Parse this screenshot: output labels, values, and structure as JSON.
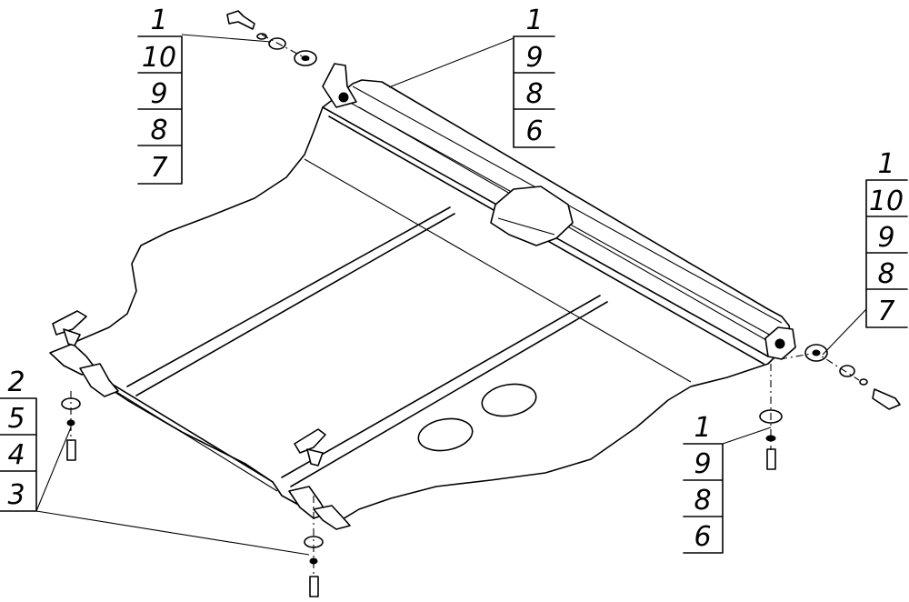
{
  "callout_top_left": {
    "items": [
      "1",
      "10",
      "9",
      "8",
      "7"
    ]
  },
  "callout_top_center": {
    "items": [
      "1",
      "9",
      "8",
      "6"
    ]
  },
  "callout_right": {
    "items": [
      "1",
      "10",
      "9",
      "8",
      "7"
    ]
  },
  "callout_bottom_right": {
    "items": [
      "1",
      "9",
      "8",
      "6"
    ]
  },
  "callout_left": {
    "items": [
      "2",
      "5",
      "4",
      "3"
    ]
  }
}
